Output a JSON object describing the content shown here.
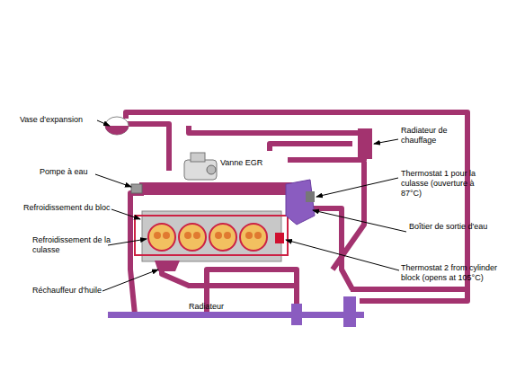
{
  "diagram": {
    "labels": [
      "Vase d'expansion",
      "Radiateur de chauffage",
      "Pompe à eau",
      "Vanne EGR",
      "Thermostat 1 pour la culasse (ouverture à 87°C)",
      "Refroidissement du bloc",
      "Boîtier de sortie d'eau",
      "Refroidissement de la culasse",
      "Thermostat 2 from cylinder block (opens at 105°C)",
      "Réchauffeur d'huile",
      "Radiateur"
    ]
  }
}
